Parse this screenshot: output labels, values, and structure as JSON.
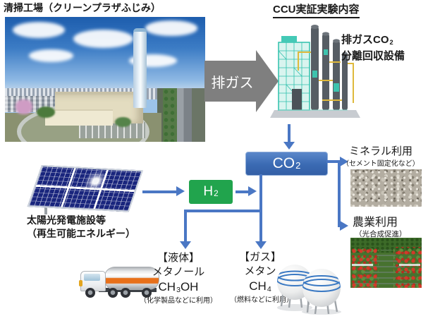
{
  "header": {
    "left_title": "清掃工場（クリーンプラザふじみ）",
    "right_title": "CCU実証実験内容"
  },
  "flow": {
    "flue_gas_arrow_label": "排ガス",
    "capture_label": {
      "line1_main": "排ガスCO",
      "line1_sub": "2",
      "line2": "分離回収設備"
    },
    "co2_box": {
      "main": "CO",
      "sub": "2"
    },
    "h2_box": {
      "main": "H",
      "sub": "2"
    }
  },
  "solar": {
    "caption_line1": "太陽光発電施設等",
    "caption_line2": "（再生可能エネルギー）"
  },
  "utilization": {
    "mineral": {
      "title": "ミネラル利用",
      "subtitle": "（セメント固定化など）"
    },
    "agriculture": {
      "title": "農業利用",
      "subtitle": "（光合成促進）"
    }
  },
  "products": {
    "liquid": {
      "tag": "【液体】",
      "name": "メタノール",
      "formula": {
        "p1": "CH",
        "sub": "3",
        "p2": "OH"
      },
      "note": "（化学製品などに利用）"
    },
    "gas": {
      "tag": "【ガス】",
      "name": "メタン",
      "formula": {
        "p1": "CH",
        "sub": "4",
        "p2": ""
      },
      "note": "（燃料などに利用）"
    }
  },
  "illustrations": {
    "plant_photo": "waste-incineration-plant-aerial-photo",
    "capture_equipment": "co2-capture-plant-3d-render",
    "gravel_photo": "cement-aggregate-photo",
    "greenhouse_photo": "tomato-greenhouse-photo",
    "solar_panel": "solar-panel-illustration",
    "tanker_truck": "tanker-truck-illustration",
    "gas_spheres": "spherical-gas-tank-illustration"
  },
  "colors": {
    "co2_box_blue": "#3a6ab3",
    "h2_box_green": "#21a44d",
    "arrow_blue": "#4a77c4",
    "arrow_gray": "#7f7f7f"
  }
}
